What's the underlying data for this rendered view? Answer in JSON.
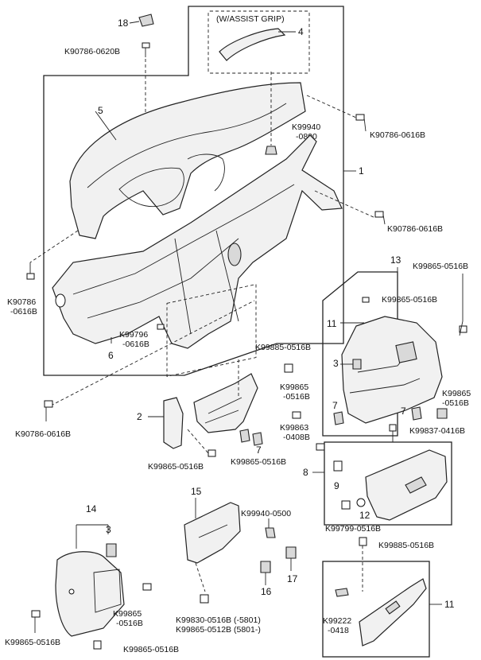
{
  "callouts": {
    "n1": "1",
    "n2": "2",
    "n3a": "3",
    "n3b": "3",
    "n4": "4",
    "n5": "5",
    "n6": "6",
    "n7a": "7",
    "n7b": "7",
    "n7c": "7",
    "n8": "8",
    "n9": "9",
    "n11": "11",
    "n12": "12",
    "n13": "13",
    "n14": "14",
    "n15": "15",
    "n16": "16",
    "n17": "17",
    "n18": "18"
  },
  "note_assist_grip": "(W/ASSIST GRIP)",
  "part_numbers": {
    "p_0620b": "K90786-0620B",
    "p_0616b_a": "K90786-0616B",
    "p_99940_0800_a": "K99940",
    "p_99940_0800_b": "-0800",
    "p_0616b_b": "K90786-0616B",
    "p_left_a": "K90786",
    "p_left_b": "-0616B",
    "p_99796_a": "K99796",
    "p_99796_b": "-0616B",
    "p_99865_top": "K99865-0516B",
    "p_99865_box13": "K99865-0516B",
    "p_99885_mid": "K99885-0516B",
    "p_99865_mid_a": "K99865",
    "p_99865_mid_b": "-0516B",
    "p_99863_a": "K99863",
    "p_99863_b": "-0408B",
    "p_99865_right_a": "K99865",
    "p_99865_right_b": "-0516B",
    "p_99837": "K99837-0416B",
    "p_0616b_c": "K90786-0616B",
    "p_99865_2a": "K99865-0516B",
    "p_99865_2b": "K99865-0516B",
    "p_99799": "K99799-0516B",
    "p_99940_0500": "K99940-0500",
    "p_99885_low": "K99885-0516B",
    "p_99865_14_a": "K99865",
    "p_99865_14_b": "-0516B",
    "p_99865_bl": "K99865-0516B",
    "p_99865_bc": "K99865-0516B",
    "p_99830": "K99830-0516B (-5801)",
    "p_99865_0512": "K99865-0512B (5801-)",
    "p_99222_a": "K99222",
    "p_99222_b": "-0418"
  }
}
